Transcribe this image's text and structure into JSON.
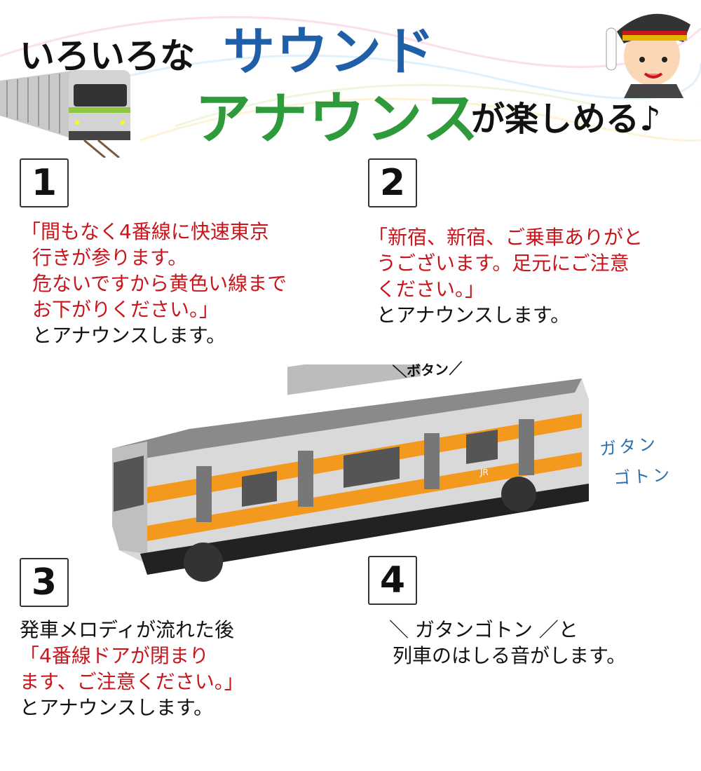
{
  "header": {
    "line1_prefix": "いろいろな",
    "line1_highlight": "サウンド",
    "line2_highlight": "アナウンス",
    "line2_suffix": "が楽しめる♪"
  },
  "colors": {
    "blue": "#1f5fa8",
    "green": "#2f9a3c",
    "red": "#c8161d",
    "train_orange": "#f39a1e"
  },
  "features": [
    {
      "number": "1",
      "lines_red": [
        "「間もなく4番線に快速東京",
        "行きが参ります。",
        "危ないですから黄色い線まで",
        "お下がりください。」"
      ],
      "lines_black": [
        "とアナウンスします。"
      ]
    },
    {
      "number": "2",
      "lines_red": [
        "「新宿、新宿、ご乗車ありがと",
        "うございます。足元にご注意",
        "ください。」"
      ],
      "lines_black": [
        "とアナウンスします。"
      ]
    },
    {
      "number": "3",
      "line_black_top": "発車メロディが流れた後",
      "lines_red": [
        "「4番線ドアが閉まり",
        "ます、ご注意ください。」"
      ],
      "lines_black": [
        "とアナウンスします。"
      ]
    },
    {
      "number": "4",
      "lines_black": [
        "＼ ガタンゴトン ／と",
        "列車のはしる音がします。"
      ]
    }
  ],
  "product": {
    "button_callout": "＼ボタン／",
    "sound_line1": "ガタン",
    "sound_line2": "ゴトン",
    "logo": "JR"
  }
}
